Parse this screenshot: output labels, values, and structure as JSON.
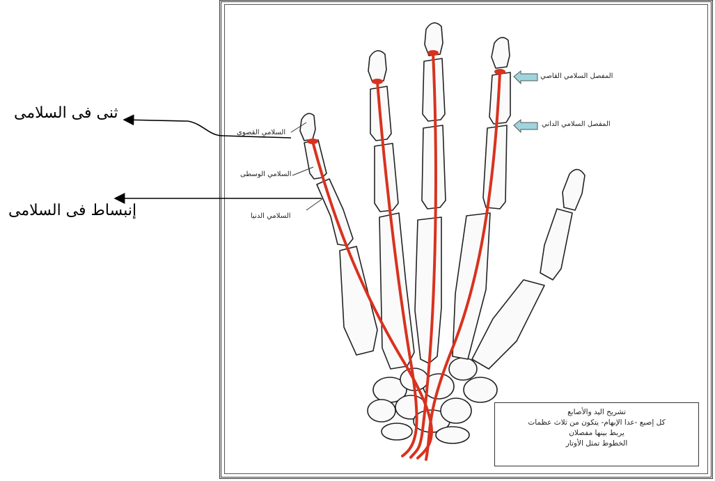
{
  "callouts": {
    "flexion": "ثنى فى السلامى",
    "extension": "إنبساط فى السلامى"
  },
  "labels": {
    "distal_phalanx": "السلامي القصوى",
    "middle_phalanx": "السلامي الوسطى",
    "proximal_phalanx": "السلامي الدنيا",
    "distal_joint": "المفصل السلامي القاصي",
    "proximal_joint": "المفصل السلامي الداني"
  },
  "legend": {
    "line1": "تشريح اليد والأصابع",
    "line2": "كل إصبع -عدا الإبهام- يتكون من ثلاث عظمات",
    "line3": "يربط بينها مفصلان",
    "line4": "الخطوط تمثل الأوتار"
  },
  "colors": {
    "tendon": "#d8321e",
    "arrow": "#9fd4dc",
    "bone_outline": "#222222"
  }
}
